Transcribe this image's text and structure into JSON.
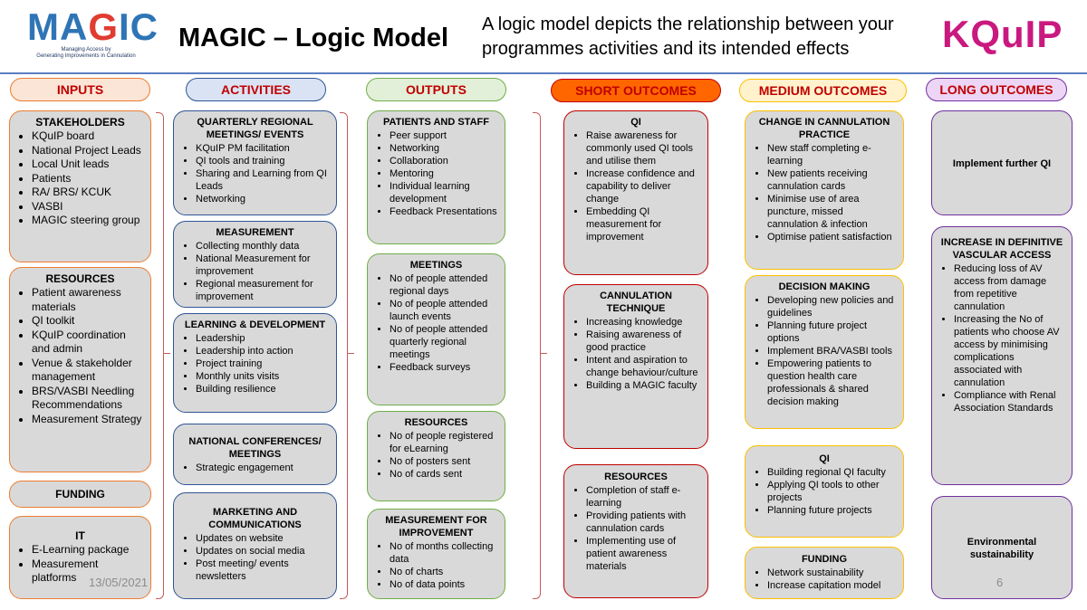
{
  "header": {
    "logo_main": "MAGIC",
    "logo_sub_1": "Managing Access by",
    "logo_sub_2": "Generating Improvements in Cannulation",
    "title": "MAGIC – Logic Model",
    "description": "A logic model depicts the relationship between your programmes activities and its intended effects",
    "partner_logo": "KQuIP"
  },
  "columns": {
    "inputs": "INPUTS",
    "activities": "ACTIVITIES",
    "outputs": "OUTPUTS",
    "short": "SHORT OUTCOMES",
    "medium": "MEDIUM OUTCOMES",
    "long": "LONG OUTCOMES"
  },
  "inputs": {
    "stakeholders": {
      "title": "STAKEHOLDERS",
      "items": [
        "KQuIP board",
        "National Project Leads",
        "Local Unit leads",
        "Patients",
        "RA/ BRS/ KCUK",
        "VASBI",
        "MAGIC steering group"
      ]
    },
    "resources": {
      "title": "RESOURCES",
      "items": [
        "Patient awareness materials",
        "QI toolkit",
        "KQuIP coordination and admin",
        "Venue & stakeholder management",
        "BRS/VASBI Needling Recommendations",
        "Measurement Strategy"
      ]
    },
    "funding": {
      "title": "FUNDING"
    },
    "it": {
      "title": "IT",
      "items": [
        "E-Learning package",
        "Measurement platforms"
      ]
    }
  },
  "activities": {
    "quarterly": {
      "title": "QUARTERLY REGIONAL MEETINGS/ EVENTS",
      "items": [
        "KQuIP PM facilitation",
        "QI tools and training",
        "Sharing and Learning from QI Leads",
        "Networking"
      ]
    },
    "measurement": {
      "title": "MEASUREMENT",
      "items": [
        "Collecting monthly data",
        "National Measurement for improvement",
        "Regional measurement for improvement"
      ]
    },
    "learning": {
      "title": "LEARNING & DEVELOPMENT",
      "items": [
        "Leadership",
        "Leadership into action",
        "Project training",
        "Monthly units visits",
        "Building resilience"
      ]
    },
    "national": {
      "title": "NATIONAL CONFERENCES/ MEETINGS",
      "items": [
        "Strategic engagement"
      ]
    },
    "marketing": {
      "title": "MARKETING AND COMMUNICATIONS",
      "items": [
        "Updates on website",
        "Updates on social media",
        "Post meeting/ events newsletters"
      ]
    }
  },
  "outputs": {
    "patients": {
      "title": "PATIENTS AND STAFF",
      "items": [
        "Peer support",
        "Networking",
        "Collaboration",
        "Mentoring",
        "Individual learning development",
        "Feedback Presentations"
      ]
    },
    "meetings": {
      "title": "MEETINGS",
      "items": [
        "No of people attended regional days",
        "No of people attended launch events",
        "No of people attended quarterly regional meetings",
        "Feedback surveys"
      ]
    },
    "resources": {
      "title": "RESOURCES",
      "items": [
        "No of people registered for eLearning",
        "No of posters sent",
        "No of cards sent"
      ]
    },
    "measurement": {
      "title": "MEASUREMENT FOR IMPROVEMENT",
      "items": [
        "No of months collecting data",
        "No of charts",
        "No of data points"
      ]
    }
  },
  "short": {
    "qi": {
      "title": "QI",
      "items": [
        "Raise awareness for commonly used QI tools and utilise them",
        "Increase confidence and capability to deliver change",
        "Embedding QI measurement for improvement"
      ]
    },
    "cannulation": {
      "title": "CANNULATION TECHNIQUE",
      "items": [
        "Increasing knowledge",
        "Raising awareness of good practice",
        "Intent and aspiration to change behaviour/culture",
        "Building a MAGIC faculty"
      ]
    },
    "resources": {
      "title": "RESOURCES",
      "items": [
        "Completion of staff e-learning",
        "Providing patients with cannulation cards",
        "Implementing use of patient awareness materials"
      ]
    }
  },
  "medium": {
    "change": {
      "title": "CHANGE IN CANNULATION PRACTICE",
      "items": [
        "New staff completing e-learning",
        "New patients receiving cannulation cards",
        "Minimise use of area puncture, missed cannulation & infection",
        "Optimise patient satisfaction"
      ]
    },
    "decision": {
      "title": "DECISION MAKING",
      "items": [
        "Developing new policies and guidelines",
        "Planning future project options",
        "Implement BRA/VASBI tools",
        "Empowering patients to question health care professionals & shared decision making"
      ]
    },
    "qi": {
      "title": "QI",
      "items": [
        "Building regional QI faculty",
        "Applying QI tools to other projects",
        "Planning future projects"
      ]
    },
    "funding": {
      "title": "FUNDING",
      "items": [
        "Network sustainability",
        "Increase capitation model"
      ]
    }
  },
  "long": {
    "implement": {
      "title": "Implement further QI"
    },
    "access": {
      "title": "INCREASE IN DEFINITIVE VASCULAR ACCESS",
      "items": [
        "Reducing loss of AV access from damage from repetitive cannulation",
        "Increasing the No of patients who choose AV access by minimising complications associated with cannulation",
        "Compliance with Renal Association Standards"
      ]
    },
    "environment": {
      "title": "Environmental sustainability"
    }
  },
  "footer": {
    "date": "13/05/2021",
    "page": "6"
  }
}
